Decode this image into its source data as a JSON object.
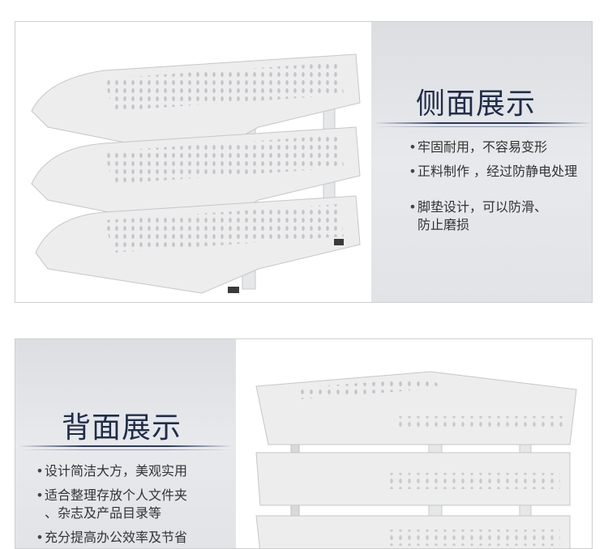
{
  "side_view": {
    "title": "侧面展示",
    "features": [
      "牢固耐用，不容易变形",
      "正料制作 ，经过防静电处理",
      "脚垫设计，可以防滑、\n防止磨损"
    ]
  },
  "back_view": {
    "title": "背面展示",
    "features": [
      "设计简洁大方，美观实用",
      "适合整理存放个人文件夹\n、杂志及产品目录等",
      "充分提高办公效率及节省"
    ]
  },
  "bullet_symbol": "•",
  "colors": {
    "heading": "#1f2d4a",
    "panel_grey": "#e1e3e6",
    "tray": "#ededee"
  }
}
